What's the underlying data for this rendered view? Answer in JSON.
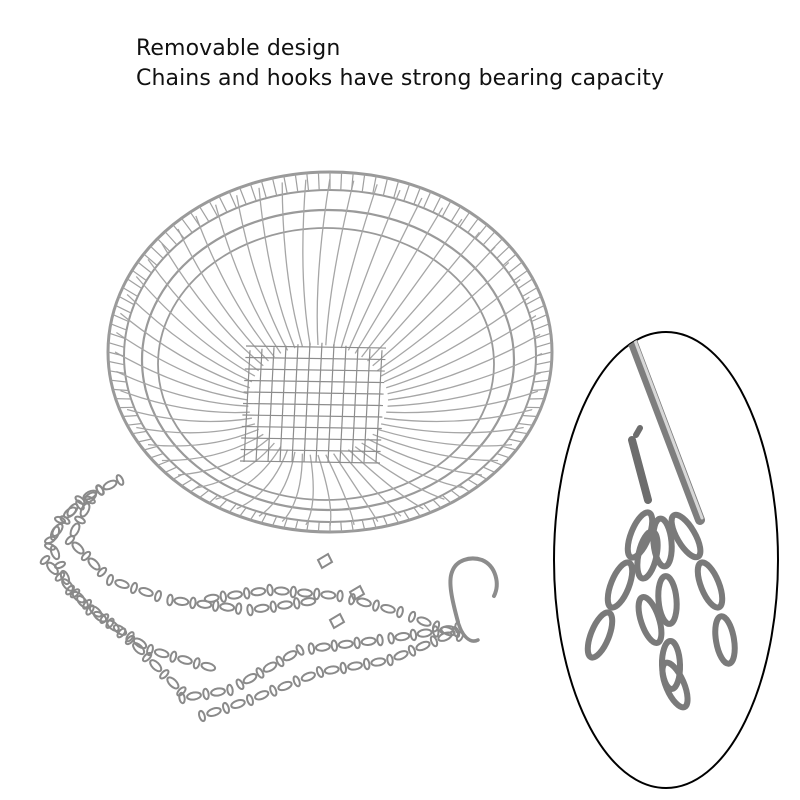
{
  "caption": {
    "line1": "Removable design",
    "line2": "Chains and hooks have strong bearing capacity"
  },
  "palette": {
    "background": "#ffffff",
    "text": "#111111",
    "steel": "#9a9a9a",
    "steel_dark": "#6f6f6f",
    "steel_light": "#d4d4d4",
    "inset_border": "#000000"
  },
  "objects": [
    "wire-basket",
    "hanging-chains",
    "s-hook",
    "inset-closeup"
  ]
}
